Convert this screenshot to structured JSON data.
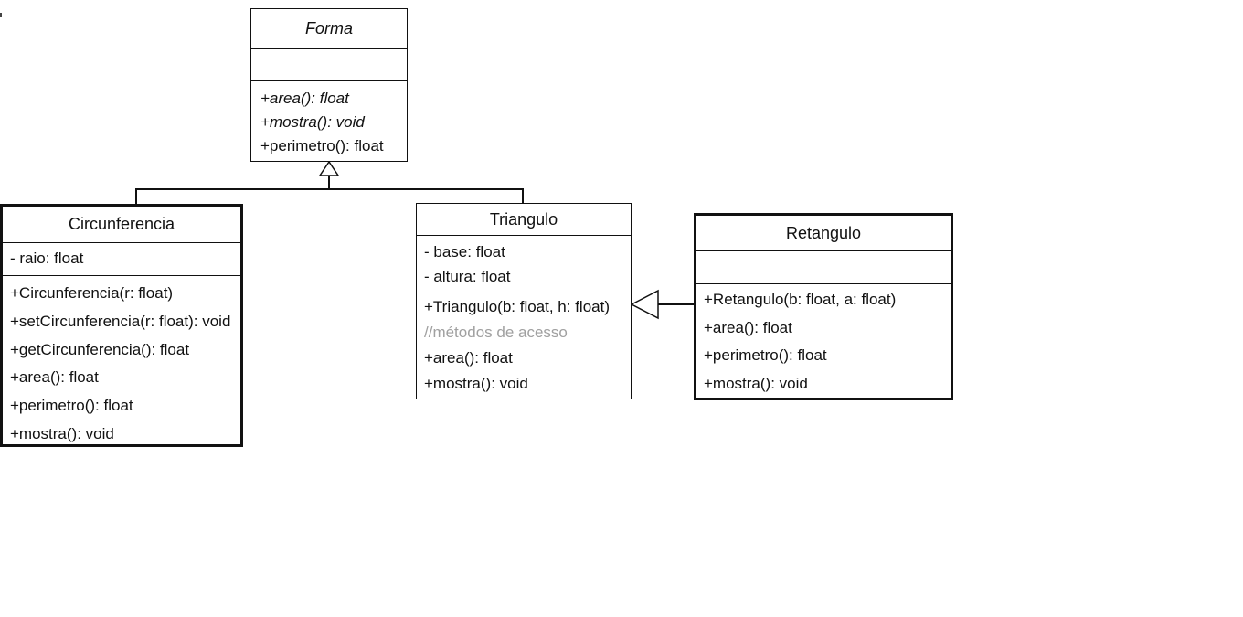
{
  "diagram": {
    "classes": [
      {
        "id": "forma",
        "name": "Forma",
        "abstract": true,
        "attributes": [],
        "operations": [
          {
            "text": "+area(): float",
            "style": "italic"
          },
          {
            "text": "+mostra(): void",
            "style": "italic"
          },
          {
            "text": "+perimetro(): float",
            "style": "normal"
          }
        ]
      },
      {
        "id": "circunferencia",
        "name": "Circunferencia",
        "abstract": false,
        "attributes": [
          {
            "text": "- raio: float"
          }
        ],
        "operations": [
          {
            "text": "+Circunferencia(r: float)"
          },
          {
            "text": "+setCircunferencia(r: float): void"
          },
          {
            "text": "+getCircunferencia(): float"
          },
          {
            "text": "+area(): float"
          },
          {
            "text": "+perimetro(): float"
          },
          {
            "text": "+mostra(): void"
          }
        ]
      },
      {
        "id": "triangulo",
        "name": "Triangulo",
        "abstract": false,
        "attributes": [
          {
            "text": "- base: float"
          },
          {
            "text": "- altura: float"
          }
        ],
        "operations": [
          {
            "text": "+Triangulo(b: float, h: float)"
          },
          {
            "text": "//métodos de acesso",
            "style": "comment"
          },
          {
            "text": "+area(): float"
          },
          {
            "text": "+mostra(): void"
          }
        ]
      },
      {
        "id": "retangulo",
        "name": "Retangulo",
        "abstract": false,
        "attributes": [],
        "operations": [
          {
            "text": "+Retangulo(b: float, a: float)"
          },
          {
            "text": "+area(): float"
          },
          {
            "text": "+perimetro(): float"
          },
          {
            "text": "+mostra(): void"
          }
        ]
      }
    ],
    "relationships": [
      {
        "type": "generalization",
        "child": "Circunferencia",
        "parent": "Forma"
      },
      {
        "type": "generalization",
        "child": "Triangulo",
        "parent": "Forma"
      },
      {
        "type": "generalization",
        "child": "Retangulo",
        "parent": "Triangulo"
      }
    ],
    "colors": {
      "line": "#111111",
      "background": "#ffffff",
      "comment": "#a0a0a0"
    }
  }
}
